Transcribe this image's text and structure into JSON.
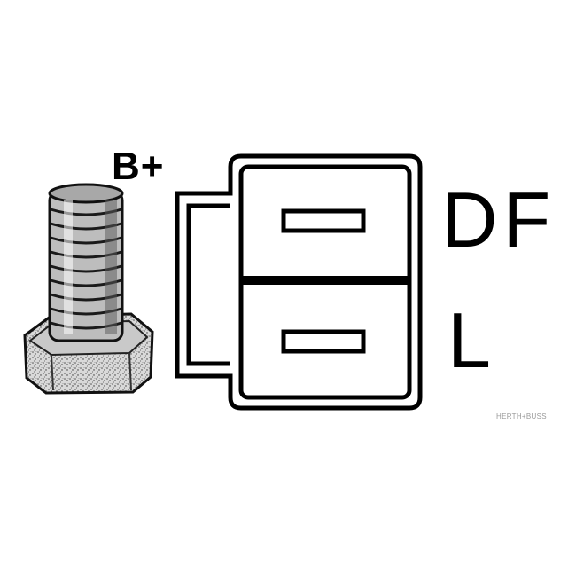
{
  "terminals": {
    "b_plus": "B+",
    "df": "DF",
    "l": "L"
  },
  "watermark": "HERTH+BUSS",
  "colors": {
    "line": "#000000",
    "background": "#ffffff",
    "watermark": "#9a9a9a"
  }
}
